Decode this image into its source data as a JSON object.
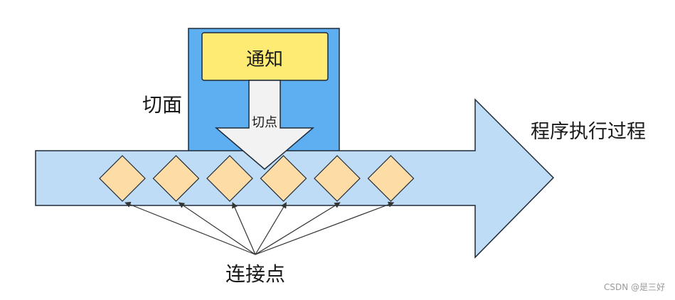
{
  "labels": {
    "aspect": "切面",
    "advice": "通知",
    "pointcut": "切点",
    "execution": "程序执行过程",
    "joinpoints": "连接点"
  },
  "joinpoint_count": 6,
  "colors": {
    "arrow_fill": "#bfdcf6",
    "aspect_fill": "#5daff1",
    "advice_fill": "#fdeb73",
    "pointcut_fill": "#f2f2f2",
    "joinpoint_fill": "#fddca5",
    "stroke": "#1f2a38"
  },
  "watermark": "CSDN @是三好"
}
